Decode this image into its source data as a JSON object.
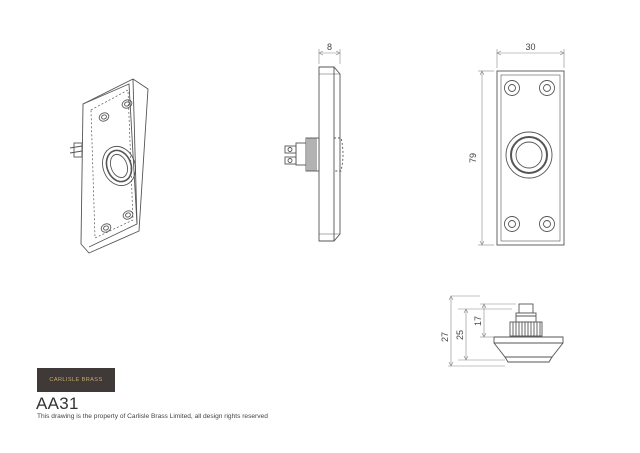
{
  "dimensions": {
    "side_depth": "8",
    "front_width": "30",
    "front_height": "79",
    "base_total_height": "27",
    "base_mid_height": "25",
    "base_button_height": "17"
  },
  "brand": {
    "logo_text": "CARLISLE BRASS",
    "logo_bg": "#3f3a37",
    "logo_text_color": "#c9a96a"
  },
  "product_code": "AA31",
  "footer_note": "This drawing is the property of Carlisle Brass Limited, all design rights reserved",
  "colors": {
    "line": "#555555",
    "dimension": "#888888"
  }
}
